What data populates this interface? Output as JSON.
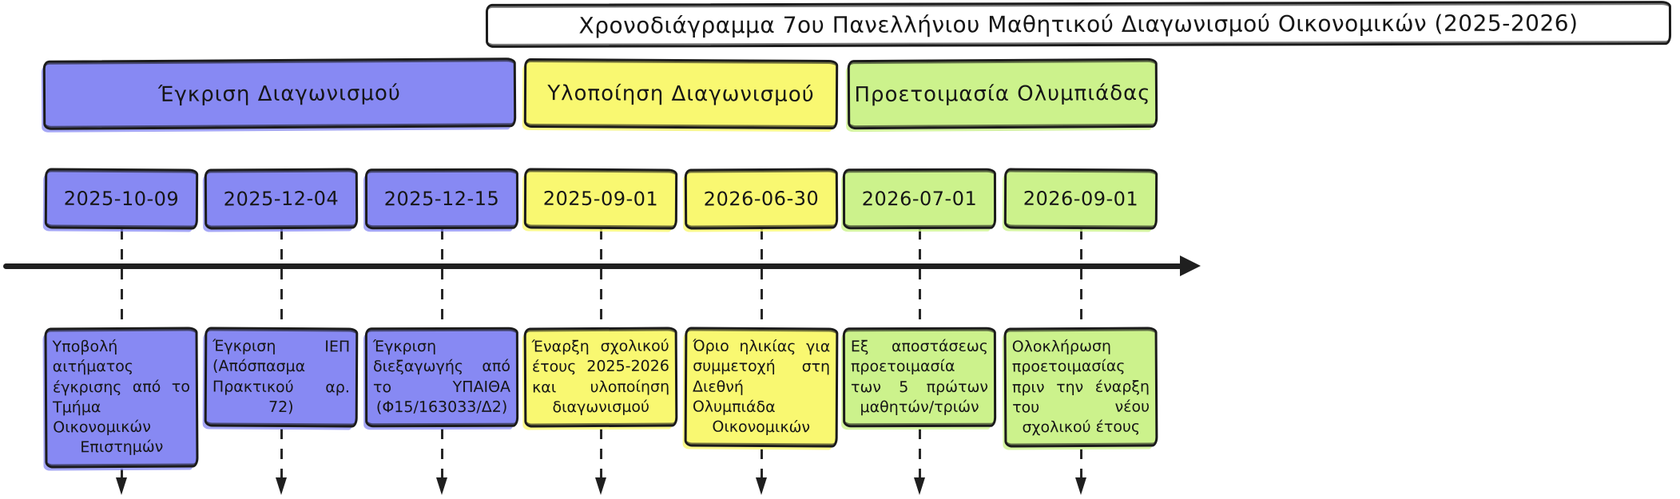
{
  "diagram": {
    "title": "Χρονοδιάγραμμα 7ου Πανελλήνιου Μαθητικού Διαγωνισμού Οικονομικών (2025-2026)",
    "style": "hand-drawn timeline",
    "ink_color": "#1b1b1b",
    "sections": [
      {
        "label": "Έγκριση Διαγωνισμού",
        "color": "#8789f3",
        "color_name": "purple"
      },
      {
        "label": "Υλοποίηση Διαγωνισμού",
        "color": "#f9f871",
        "color_name": "yellow"
      },
      {
        "label": "Προετοιμασία Ολυμπιάδας",
        "color": "#ccf28c",
        "color_name": "green"
      }
    ],
    "events": [
      {
        "date": "2025-10-09",
        "section": "Έγκριση Διαγωνισμού",
        "description": "Υποβολή αιτήματος έγκρισης από το Τμήμα Οικονομικών Επιστημών"
      },
      {
        "date": "2025-12-04",
        "section": "Έγκριση Διαγωνισμού",
        "description": "Έγκριση ΙΕΠ (Απόσπασμα Πρακτικού αρ. 72)"
      },
      {
        "date": "2025-12-15",
        "section": "Έγκριση Διαγωνισμού",
        "description": "Έγκριση διεξαγωγής από το ΥΠΑΙΘΑ (Φ15/163033/Δ2)"
      },
      {
        "date": "2025-09-01",
        "section": "Υλοποίηση Διαγωνισμού",
        "description": "Έναρξη σχολικού έτους 2025-2026 και υλοποίηση διαγωνισμού"
      },
      {
        "date": "2026-06-30",
        "section": "Υλοποίηση Διαγωνισμού",
        "description": "Όριο ηλικίας για συμμετοχή στη Διεθνή Ολυμπιάδα Οικονομικών"
      },
      {
        "date": "2026-07-01",
        "section": "Προετοιμασία Ολυμπιάδας",
        "description": "Εξ αποστάσεως προετοιμασία των 5 πρώτων μαθητών/τριών"
      },
      {
        "date": "2026-09-01",
        "section": "Προετοιμασία Ολυμπιάδας",
        "description": "Ολοκλήρωση προετοιμασίας πριν την έναρξη του νέου σχολικού έτους"
      }
    ]
  }
}
